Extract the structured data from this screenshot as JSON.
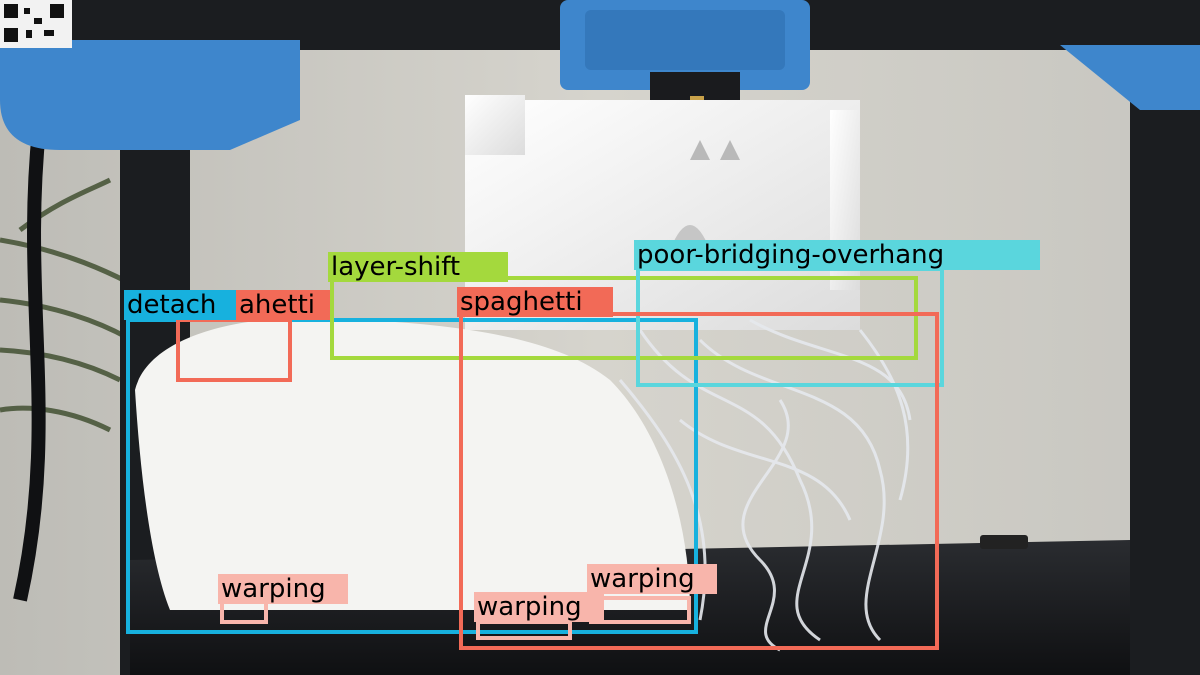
{
  "image": {
    "kind": "camera frame of a 3D printer with object-detection overlays",
    "colors": {
      "wall": "#cfcdc6",
      "frame": "#1b1d20",
      "printhead": "#3e86cc",
      "print": "#f1f1ef",
      "bed": "#141517"
    }
  },
  "qr_code": {
    "icon": "qr-code-icon"
  },
  "detections": [
    {
      "label": "detach",
      "color": "#17b1de",
      "icon": "bounding-box-icon"
    },
    {
      "label": "ahetti",
      "color": "#f26a57",
      "icon": "bounding-box-icon"
    },
    {
      "label": "layer-shift",
      "color": "#a4d93d",
      "icon": "bounding-box-icon"
    },
    {
      "label": "poor-bridging-overhang",
      "color": "#5ad6dd",
      "icon": "bounding-box-icon"
    },
    {
      "label": "spaghetti",
      "color": "#f26a57",
      "icon": "bounding-box-icon"
    },
    {
      "label": "warping",
      "color": "#f8b5ab",
      "icon": "bounding-box-icon"
    },
    {
      "label": "warping",
      "color": "#f8b5ab",
      "icon": "bounding-box-icon"
    },
    {
      "label": "warping",
      "color": "#f8b5ab",
      "icon": "bounding-box-icon"
    }
  ]
}
